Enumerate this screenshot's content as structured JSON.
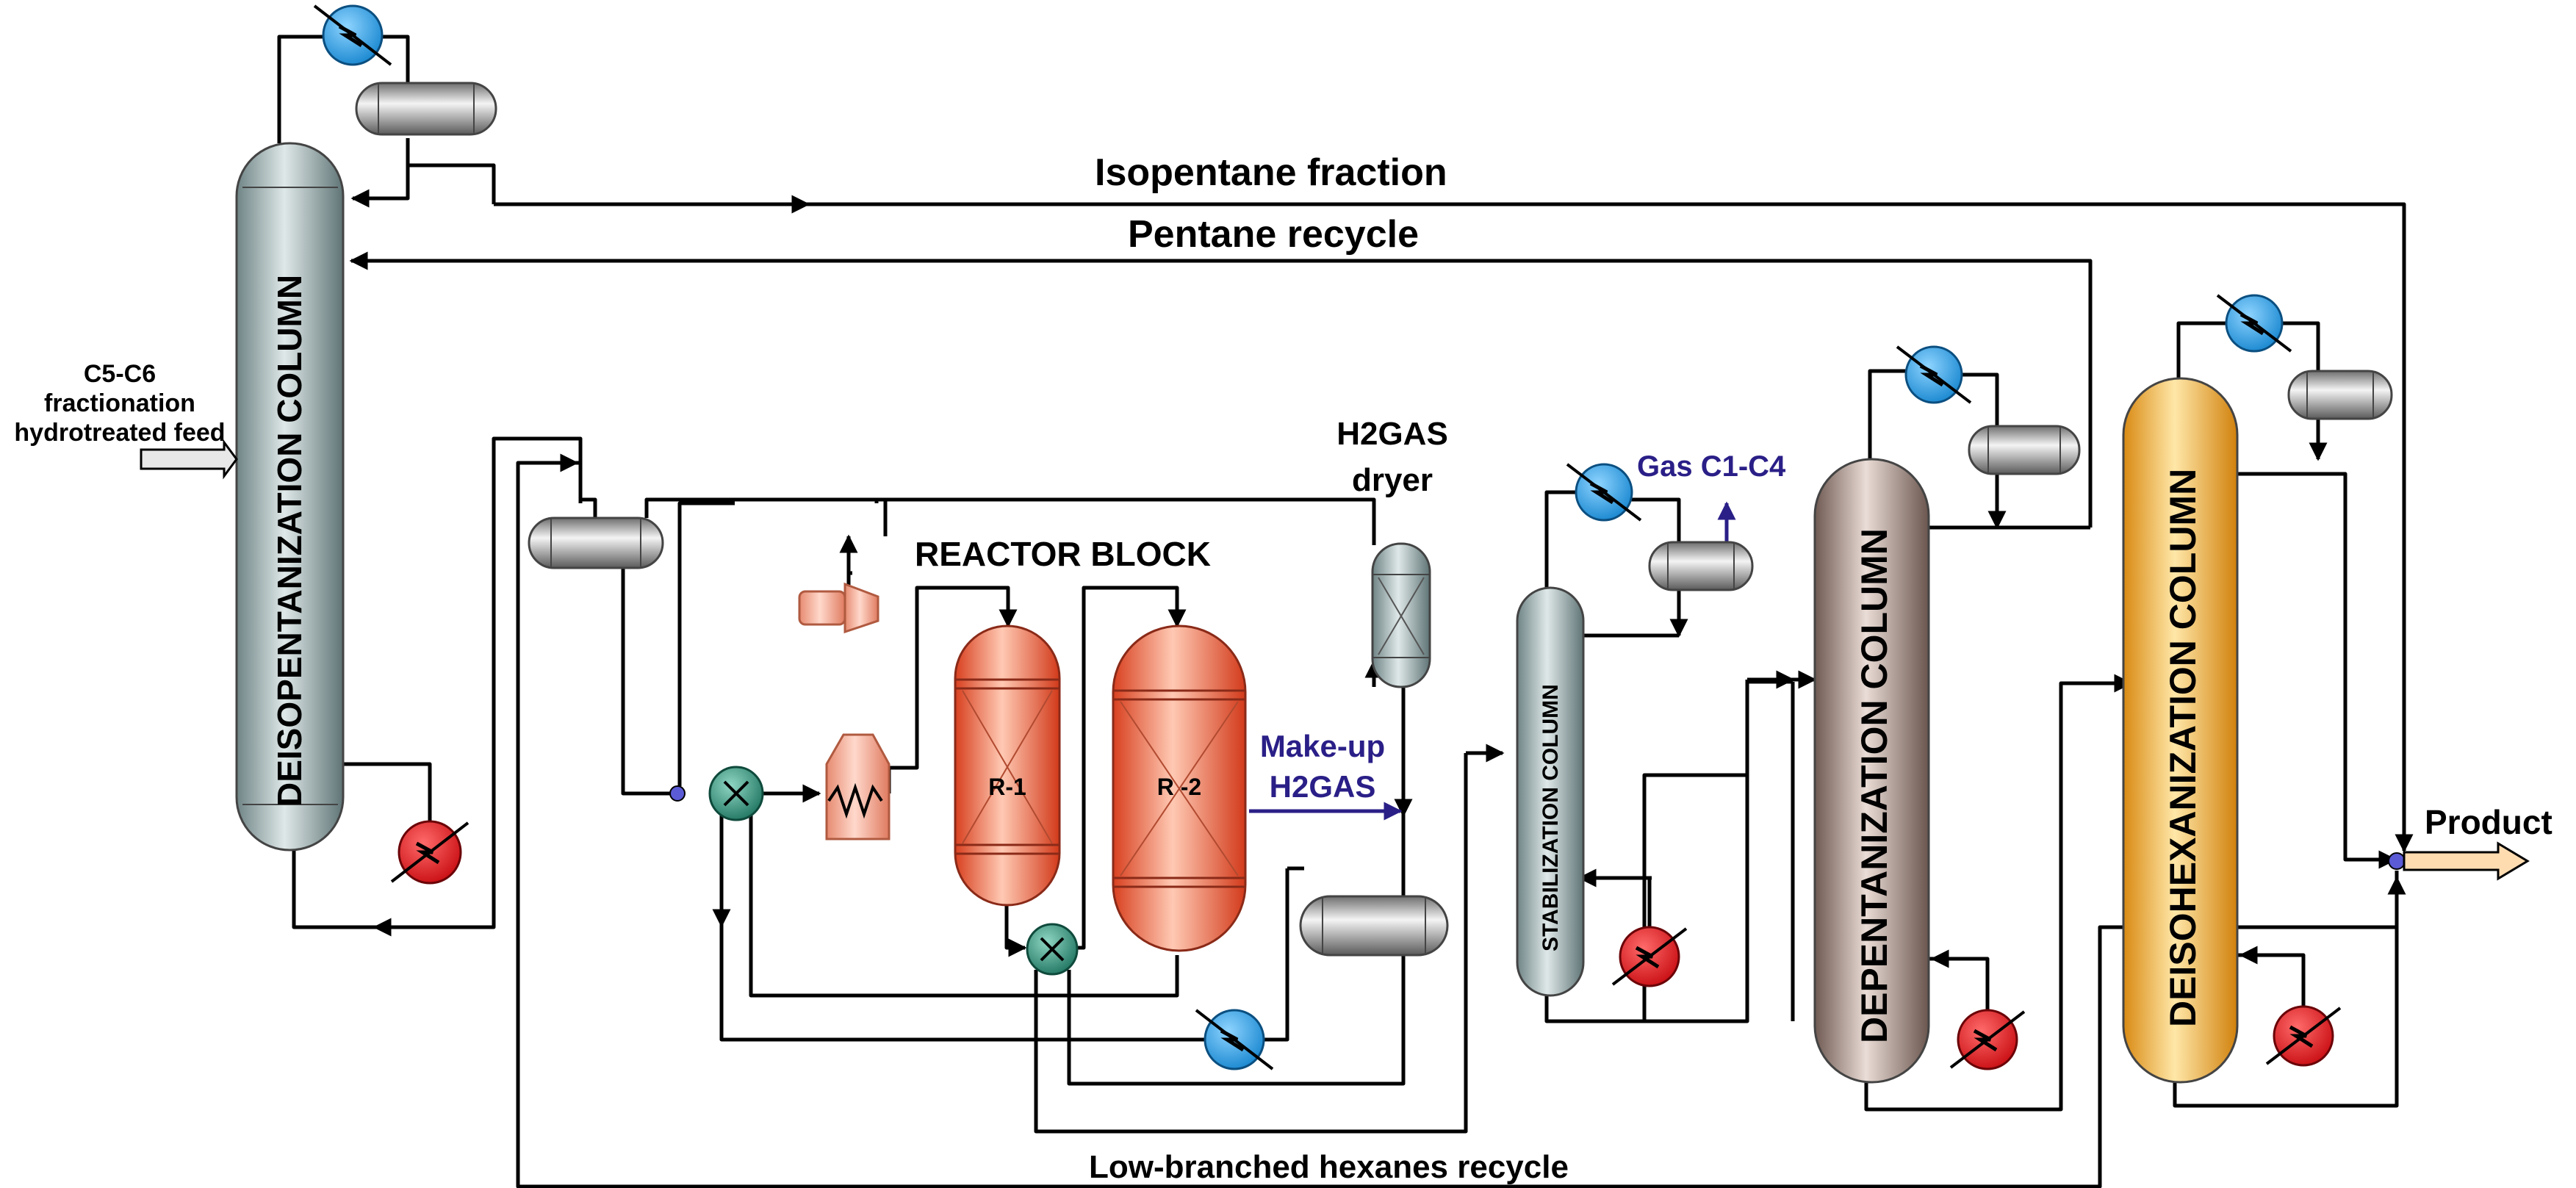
{
  "labels": {
    "isopentane_fraction": "Isopentane fraction",
    "pentane_recycle": "Pentane recycle",
    "feed_line1": "C5-C6",
    "feed_line2": "fractionation",
    "feed_line3": "hydrotreated feed",
    "h2gas_dryer_line1": "H2GAS",
    "h2gas_dryer_line2": "dryer",
    "reactor_block": "REACTOR BLOCK",
    "makeup_line1": "Make-up",
    "makeup_line2": "H2GAS",
    "gas_c1_c4": "Gas C1-C4",
    "product": "Product",
    "low_branched_recycle": "Low-branched hexanes recycle"
  },
  "columns": {
    "deisopentanization": "DEISOPENTANIZATION COLUMN",
    "stabilization": "STABILIZATION COLUMN",
    "depentanization": "DEPENTANIZATION COLUMN",
    "deisohexanization": "DEISOHEXANIZATION COLUMN"
  },
  "reactors": {
    "r1": "R-1",
    "r2": "R -2"
  },
  "colors": {
    "cooler": "#2b9fe0",
    "heater": "#e3141c",
    "heat_exchanger": "#2f8f7a",
    "reactor": "#ef5a3a",
    "column_grey": "#9fb0b2",
    "column_brown": "#a88f86",
    "column_orange": "#f5a623",
    "accent_text": "#2a1f87"
  }
}
